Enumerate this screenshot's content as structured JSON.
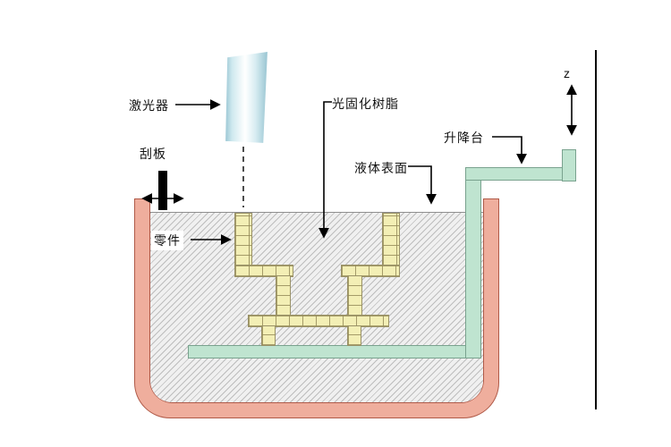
{
  "diagram": {
    "type": "sla-stereolithography-schematic",
    "labels": {
      "laser": "激光器",
      "scraper": "刮板",
      "resin": "光固化树脂",
      "liquid_surface": "液体表面",
      "elevator": "升降台",
      "part": "零件",
      "z_axis": "z"
    },
    "colors": {
      "vat_fill": "#efae9d",
      "vat_outline": "#b05a48",
      "liquid_hatch_line": "#bdbdbd",
      "liquid_hatch_bg": "#f0f0f0",
      "platform_fill": "#bfe4d0",
      "platform_outline": "#79a28e",
      "part_fill": "#f3efb5",
      "part_outline": "#9a9268",
      "laser_body_tint": "#8fbfcd",
      "line_color": "#000000"
    }
  }
}
